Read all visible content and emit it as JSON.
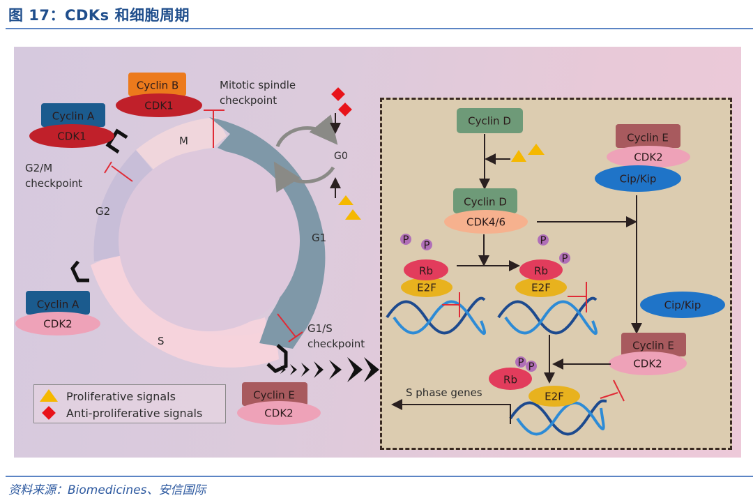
{
  "header": {
    "title": "图 17：CDKs 和细胞周期"
  },
  "footer": {
    "source": "资料来源：Biomedicines、安信国际"
  },
  "cell_cycle": {
    "phases": [
      "M",
      "G1",
      "S",
      "G2"
    ],
    "quiescent": "G0",
    "checkpoints": {
      "mitotic": "Mitotic spindle\ncheckpoint",
      "mitotic_line1": "Mitotic spindle",
      "mitotic_line2": "checkpoint",
      "g2m_line1": "G2/M",
      "g2m_line2": "checkpoint",
      "g1s_line1": "G1/S",
      "g1s_line2": "checkpoint"
    },
    "complexes": [
      {
        "cyclin": "Cyclin B",
        "cdk": "CDK1",
        "cyclin_color": "#ec7a1c",
        "cdk_color": "#c0202a"
      },
      {
        "cyclin": "Cyclin A",
        "cdk": "CDK1",
        "cyclin_color": "#1b5b8e",
        "cdk_color": "#c0202a"
      },
      {
        "cyclin": "Cyclin A",
        "cdk": "CDK2",
        "cyclin_color": "#1b5b8e",
        "cdk_color": "#eea2b8"
      },
      {
        "cyclin": "Cyclin E",
        "cdk": "CDK2",
        "cyclin_color": "#a85a5e",
        "cdk_color": "#eea2b8"
      }
    ]
  },
  "legend": {
    "items": [
      {
        "label": "Proliferative signals",
        "symbol": "yellow-triangle",
        "color": "#f5b800"
      },
      {
        "label": "Anti-proliferative signals",
        "symbol": "red-diamond",
        "color": "#e8131a"
      }
    ]
  },
  "pathway": {
    "cyclin_d": "Cyclin D",
    "cyclin_d_complex": {
      "cyclin": "Cyclin D",
      "cdk": "CDK4/6"
    },
    "cyclin_e_inhibited": {
      "cyclin": "Cyclin E",
      "cdk": "CDK2",
      "inhibitor": "Cip/Kip"
    },
    "cip_kip_free": "Cip/Kip",
    "cyclin_e_active": {
      "cyclin": "Cyclin E",
      "cdk": "CDK2"
    },
    "rb": "Rb",
    "e2f": "E2F",
    "phosphate": "P",
    "s_phase_genes": "S phase genes"
  },
  "colors": {
    "title_blue": "#1f4e8c",
    "g1_arc": "#7f98a8",
    "m_arc": "#f0d6dc",
    "g2_arc": "#c8bed8",
    "s_arc": "#f6d3dc",
    "panel_bg": "#dcccb0",
    "cyclin_d": "#6e9a78",
    "cdk46": "#f6b18e",
    "cip_kip": "#1f74c8",
    "rb": "#e23c5c",
    "e2f": "#e8b21e",
    "inhibit_red": "#e02b36"
  }
}
